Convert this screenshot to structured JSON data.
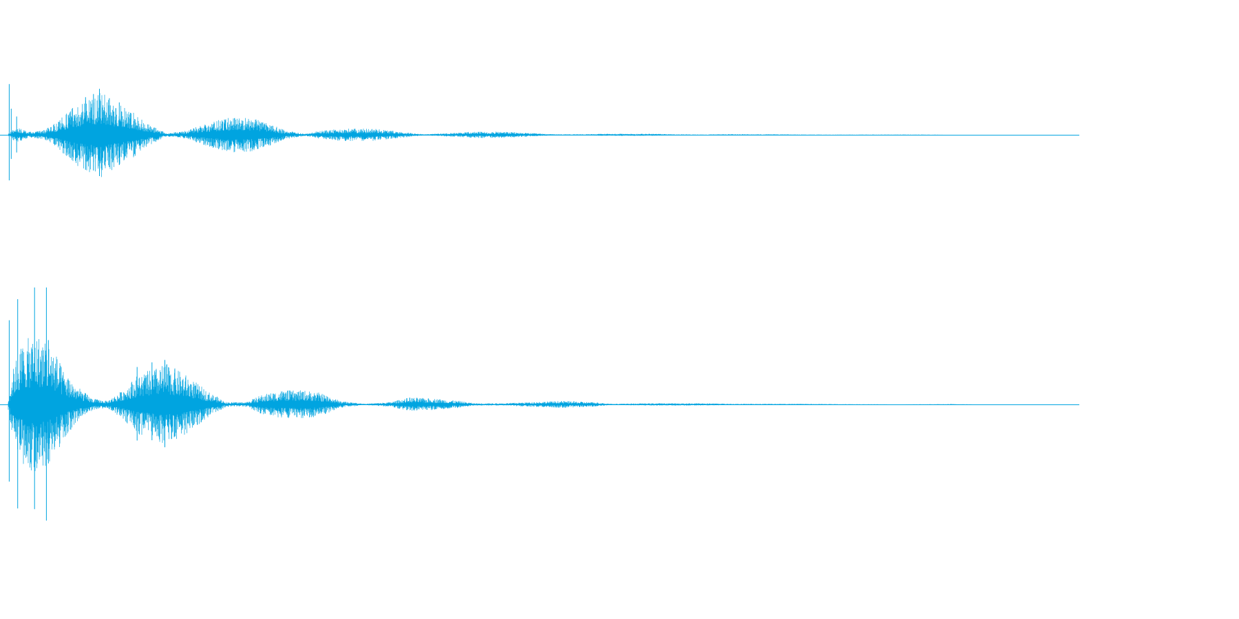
{
  "waveform": {
    "color": "#00a4e0",
    "background": "#ffffff",
    "channel_count": 2,
    "channels": [
      {
        "name": "channel-1",
        "envelope": [
          [
            0.0,
            0.02
          ],
          [
            0.008,
            0.15
          ],
          [
            0.02,
            0.06
          ],
          [
            0.035,
            0.08
          ],
          [
            0.05,
            0.25
          ],
          [
            0.065,
            0.55
          ],
          [
            0.08,
            0.72
          ],
          [
            0.095,
            0.82
          ],
          [
            0.11,
            0.6
          ],
          [
            0.125,
            0.45
          ],
          [
            0.14,
            0.22
          ],
          [
            0.16,
            0.03
          ],
          [
            0.18,
            0.08
          ],
          [
            0.2,
            0.22
          ],
          [
            0.22,
            0.32
          ],
          [
            0.235,
            0.35
          ],
          [
            0.25,
            0.3
          ],
          [
            0.265,
            0.2
          ],
          [
            0.28,
            0.08
          ],
          [
            0.3,
            0.02
          ],
          [
            0.315,
            0.08
          ],
          [
            0.34,
            0.12
          ],
          [
            0.37,
            0.12
          ],
          [
            0.395,
            0.06
          ],
          [
            0.42,
            0.01
          ],
          [
            0.44,
            0.03
          ],
          [
            0.47,
            0.06
          ],
          [
            0.5,
            0.06
          ],
          [
            0.53,
            0.03
          ],
          [
            0.55,
            0.01
          ],
          [
            0.58,
            0.01
          ],
          [
            0.6,
            0.02
          ],
          [
            0.62,
            0.02
          ],
          [
            0.65,
            0.02
          ],
          [
            0.67,
            0.01
          ],
          [
            0.7,
            0.005
          ],
          [
            0.72,
            0.01
          ],
          [
            0.77,
            0.01
          ],
          [
            0.8,
            0.005
          ],
          [
            0.85,
            0.003
          ],
          [
            0.88,
            0.005
          ],
          [
            0.92,
            0.003
          ],
          [
            0.95,
            0.0
          ],
          [
            1.0,
            0.0
          ]
        ],
        "spikes": [
          [
            0.001,
            0.97
          ],
          [
            0.003,
            0.5
          ],
          [
            0.0085,
            0.35
          ],
          [
            0.078,
            0.72
          ],
          [
            0.086,
            0.78
          ],
          [
            0.092,
            0.88
          ],
          [
            0.102,
            0.7
          ],
          [
            0.112,
            0.62
          ]
        ]
      },
      {
        "name": "channel-2",
        "envelope": [
          [
            0.0,
            0.05
          ],
          [
            0.006,
            0.35
          ],
          [
            0.015,
            0.55
          ],
          [
            0.03,
            0.6
          ],
          [
            0.045,
            0.5
          ],
          [
            0.055,
            0.3
          ],
          [
            0.07,
            0.15
          ],
          [
            0.085,
            0.05
          ],
          [
            0.1,
            0.03
          ],
          [
            0.115,
            0.12
          ],
          [
            0.13,
            0.25
          ],
          [
            0.145,
            0.3
          ],
          [
            0.16,
            0.35
          ],
          [
            0.18,
            0.25
          ],
          [
            0.2,
            0.12
          ],
          [
            0.22,
            0.02
          ],
          [
            0.24,
            0.02
          ],
          [
            0.255,
            0.08
          ],
          [
            0.275,
            0.12
          ],
          [
            0.3,
            0.12
          ],
          [
            0.315,
            0.1
          ],
          [
            0.335,
            0.03
          ],
          [
            0.36,
            0.005
          ],
          [
            0.385,
            0.02
          ],
          [
            0.405,
            0.06
          ],
          [
            0.43,
            0.05
          ],
          [
            0.455,
            0.03
          ],
          [
            0.47,
            0.01
          ],
          [
            0.5,
            0.01
          ],
          [
            0.525,
            0.02
          ],
          [
            0.56,
            0.03
          ],
          [
            0.59,
            0.02
          ],
          [
            0.61,
            0.005
          ],
          [
            0.65,
            0.01
          ],
          [
            0.7,
            0.01
          ],
          [
            0.73,
            0.005
          ],
          [
            0.78,
            0.005
          ],
          [
            0.82,
            0.004
          ],
          [
            0.85,
            0.002
          ],
          [
            0.9,
            0.0
          ],
          [
            0.95,
            0.003
          ],
          [
            0.975,
            0.0
          ],
          [
            1.0,
            0.0
          ]
        ],
        "spikes": [
          [
            0.001,
            0.72
          ],
          [
            0.0095,
            0.9
          ],
          [
            0.0265,
            1.0
          ],
          [
            0.0385,
            1.0
          ],
          [
            0.0375,
            0.46
          ],
          [
            0.0405,
            0.55
          ],
          [
            0.056,
            0.2
          ],
          [
            0.13,
            0.32
          ],
          [
            0.145,
            0.36
          ],
          [
            0.158,
            0.38
          ],
          [
            0.168,
            0.3
          ]
        ]
      }
    ]
  }
}
